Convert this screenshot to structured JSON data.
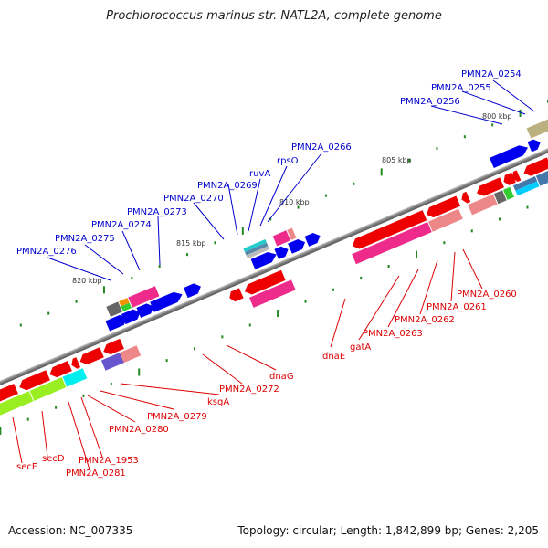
{
  "title": "Prochlorococcus marinus str. NATL2A, complete genome",
  "footer": {
    "accession": "Accession: NC_007335",
    "topology": "Topology: circular; Length: 1,842,899 bp; Genes: 2,205"
  },
  "colors": {
    "forward_label": "#0000cc",
    "reverse_label": "#dd0000",
    "backbone": "#808080",
    "tick": "#228822"
  },
  "kbp_markers": [
    "800 kbp",
    "805 kbp",
    "810 kbp",
    "815 kbp",
    "820 kbp"
  ],
  "forward_labels": [
    "PMN2A_0254",
    "PMN2A_0255",
    "PMN2A_0256",
    "PMN2A_0266",
    "rpsO",
    "ruvA",
    "PMN2A_0269",
    "PMN2A_0270",
    "PMN2A_0273",
    "PMN2A_0274",
    "PMN2A_0275",
    "PMN2A_0276"
  ],
  "reverse_labels": [
    "PMN2A_0260",
    "PMN2A_0261",
    "PMN2A_0262",
    "PMN2A_0263",
    "gatA",
    "dnaE",
    "dnaG",
    "PMN2A_0272",
    "ksgA",
    "PMN2A_0279",
    "PMN2A_0280",
    "PMN2A_1953",
    "PMN2A_0281",
    "secD",
    "secF"
  ]
}
